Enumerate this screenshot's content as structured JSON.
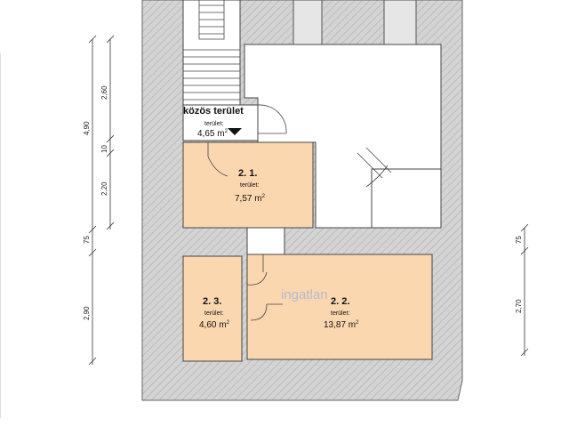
{
  "colors": {
    "wall": "#d0d0d0",
    "wall_hatch": "#b8b8b8",
    "room_fill": "#fbd7b0",
    "line": "#222222",
    "watermark": "#9fb0d8"
  },
  "rooms": [
    {
      "id": "kozos",
      "name": "közös terület",
      "area_label": "terület:",
      "area": "4,65 m",
      "sup": "2"
    },
    {
      "id": "r21",
      "name": "2. 1.",
      "area_label": "terület:",
      "area": "7,57 m",
      "sup": "2"
    },
    {
      "id": "r23",
      "name": "2. 3.",
      "area_label": "terület:",
      "area": "4,60 m",
      "sup": "2"
    },
    {
      "id": "r22",
      "name": "2. 2.",
      "area_label": "terület:",
      "area": "13,87 m",
      "sup": "2"
    }
  ],
  "dimensions_left_outer": [
    "4,90",
    "75",
    "2,90"
  ],
  "dimensions_left_inner": [
    "2,60",
    "10",
    "2,20"
  ],
  "dimensions_right": [
    "75",
    "2,70"
  ],
  "watermark": "ingatlan"
}
